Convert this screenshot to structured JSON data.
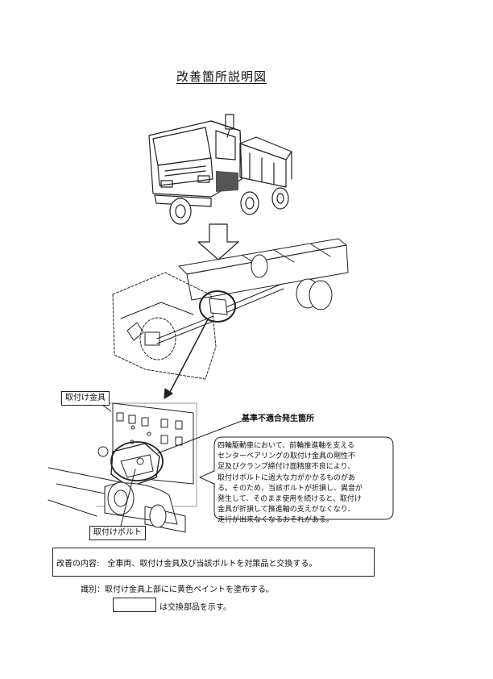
{
  "document": {
    "title": "改善箇所説明図"
  },
  "callouts": {
    "bracket_label": "取付け金具",
    "bolt_label": "取付けボルト",
    "defect_label": "基準不適合発生箇所"
  },
  "explanation": {
    "lines": [
      "四輪駆動車において、前輪推進軸を支える",
      "センターベアリングの取付け金具の剛性不",
      "足及びクランプ締付け面精度不良により、",
      "取付けボルトに過大な力がかかるものがあ",
      "る。そのため、当該ボルトが折損し、異音が",
      "発生して、そのまま使用を続けると、取付け",
      "金具が折損して推進軸の支えがなくなり、",
      "走行が出来なくなるおそれがある。"
    ]
  },
  "improvement": {
    "label": "改善の内容:",
    "text": "全車両、取付け金具及び当該ボルトを対策品と交換する。"
  },
  "identification": {
    "text": "識別：取付け金具上部にに黄色ペイントを塗布する。"
  },
  "legend": {
    "text": "は交換部品を示す。"
  }
}
